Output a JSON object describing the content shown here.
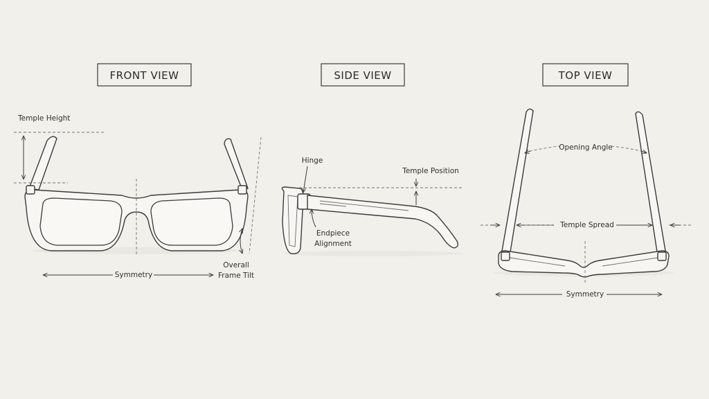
{
  "views": {
    "front": {
      "title": "FRONT VIEW",
      "labels": {
        "temple_height": "Temple Height",
        "symmetry": "Symmetry",
        "overall_tilt_1": "Overall",
        "overall_tilt_2": "Frame Tilt"
      }
    },
    "side": {
      "title": "SIDE VIEW",
      "labels": {
        "hinge": "Hinge",
        "temple_position": "Temple Position",
        "endpiece_1": "Endpiece",
        "endpiece_2": "Alignment"
      }
    },
    "top": {
      "title": "TOP VIEW",
      "labels": {
        "opening_angle": "Opening Angle",
        "temple_spread": "Temple Spread",
        "symmetry": "Symmetry"
      }
    }
  },
  "colors": {
    "background": "#f2f0eb",
    "ink": "#3a3a3a"
  }
}
